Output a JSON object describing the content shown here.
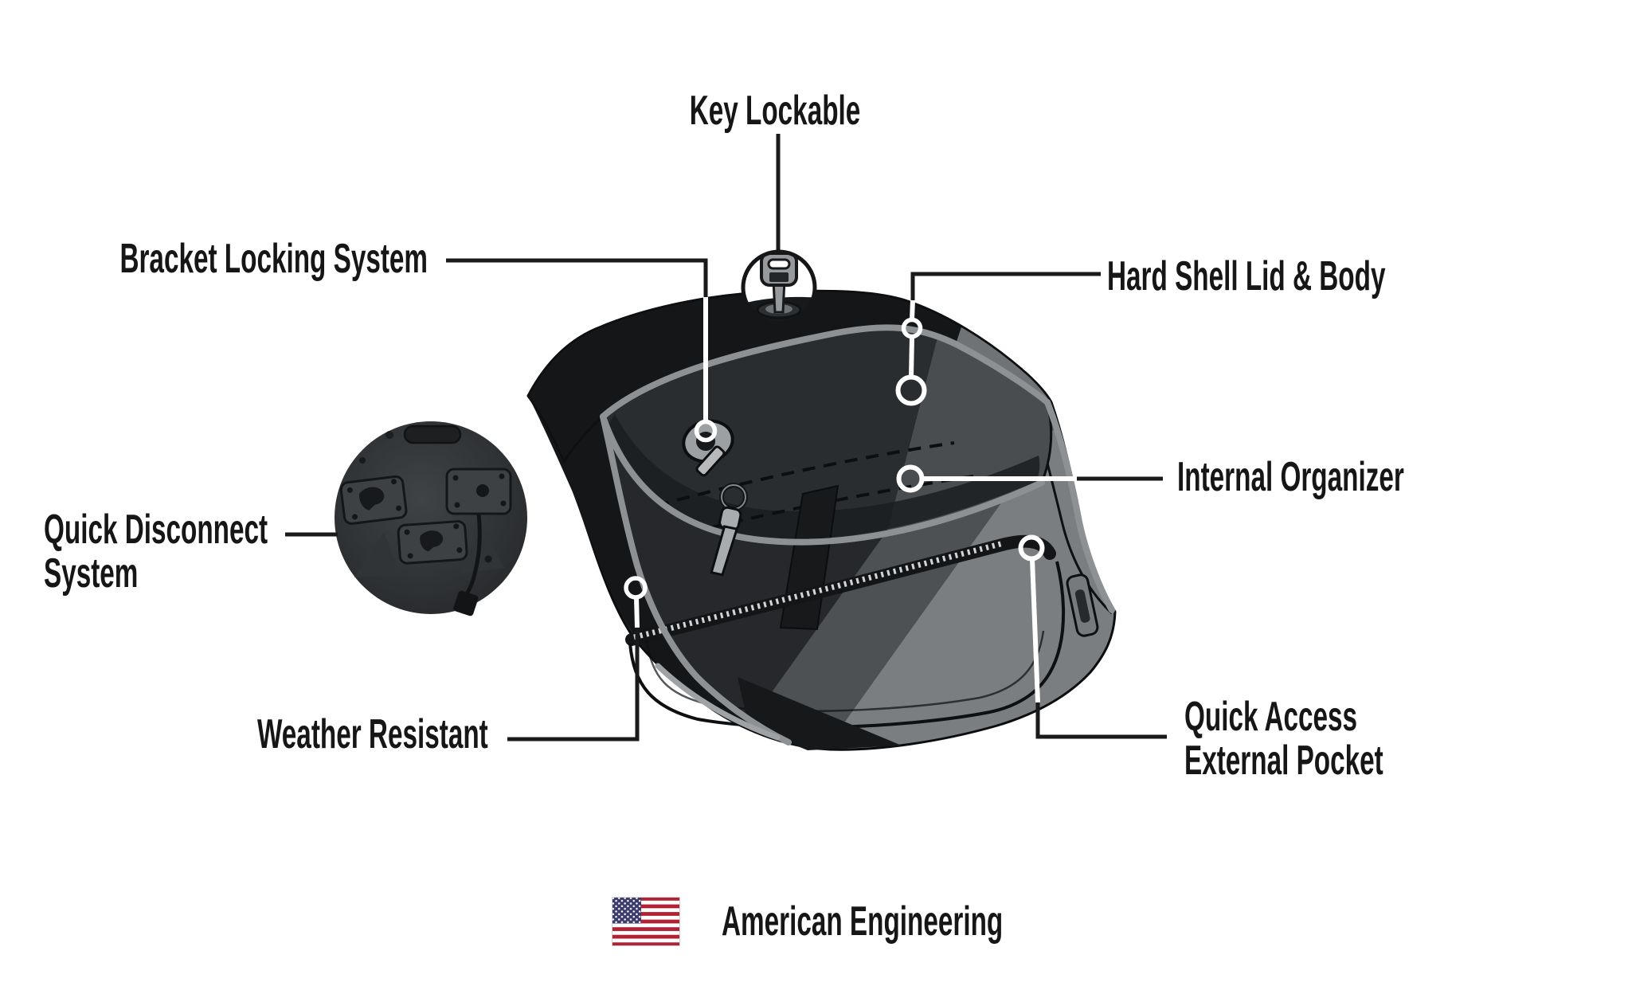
{
  "callouts": {
    "key_lockable": {
      "label": "Key Lockable"
    },
    "bracket_locking_system": {
      "label": "Bracket Locking System"
    },
    "hard_shell_lid_body": {
      "label": "Hard Shell Lid & Body"
    },
    "quick_disconnect_system": {
      "line1": "Quick Disconnect",
      "line2": "System"
    },
    "internal_organizer": {
      "label": "Internal Organizer"
    },
    "weather_resistant": {
      "label": "Weather Resistant"
    },
    "quick_access_external_pocket": {
      "line1": "Quick Access",
      "line2": "External Pocket"
    }
  },
  "footer": {
    "label": "American Engineering"
  },
  "icons": {
    "key": "key-icon",
    "lock": "lock-and-keys-icon",
    "flag": "us-flag-icon",
    "mount_photo": "quick-disconnect-mount-image"
  },
  "colors": {
    "text": "#161616",
    "callout_line_dark": "#1a1a1a",
    "callout_line_light": "#ffffff",
    "bag_black": "#141618",
    "bag_dark": "#26282b",
    "bag_mid": "#4e5154",
    "bag_light": "#7b7e81",
    "trim_gray": "#8e9194",
    "flag_red": "#B22234",
    "flag_blue": "#3C3B6E"
  }
}
